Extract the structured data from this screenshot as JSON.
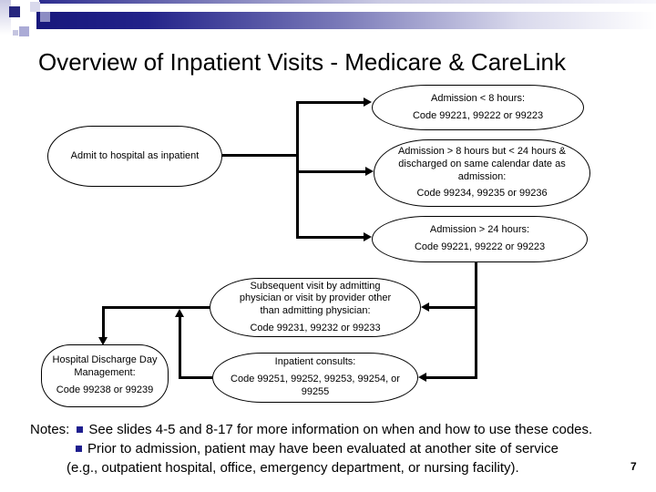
{
  "slide": {
    "title": "Overview of Inpatient Visits - Medicare & CareLink",
    "page_number": "7"
  },
  "flowchart": {
    "admit": {
      "text": "Admit to hospital as inpatient"
    },
    "admission_lt_8": {
      "desc": "Admission < 8 hours:",
      "code": "Code 99221, 99222 or 99223"
    },
    "admission_8_to_24": {
      "desc": "Admission > 8 hours but < 24 hours & discharged on same calendar date as admission:",
      "code": "Code 99234, 99235 or 99236"
    },
    "admission_gt_24": {
      "desc": "Admission > 24 hours:",
      "code": "Code 99221, 99222 or 99223"
    },
    "subsequent_visit": {
      "desc": "Subsequent visit by admitting physician or visit by provider other than admitting physician:",
      "code": "Code 99231, 99232 or 99233"
    },
    "discharge": {
      "desc": "Hospital Discharge Day Management:",
      "code": "Code 99238 or 99239"
    },
    "consults": {
      "desc": "Inpatient consults:",
      "code": "Code 99251, 99252, 99253, 99254, or 99255"
    }
  },
  "notes": {
    "label": "Notes:",
    "items": [
      {
        "text": "See slides 4-5 and 8-17 for more information on when and how to use these codes."
      },
      {
        "text": "Prior to admission, patient may have been evaluated at another site of service"
      },
      {
        "text": "(e.g., outpatient hospital, office, emergency department, or nursing facility)."
      }
    ]
  },
  "colors": {
    "accent_navy": "#26267e",
    "bullet_navy": "#1f1f8f",
    "line_color": "#000000"
  }
}
